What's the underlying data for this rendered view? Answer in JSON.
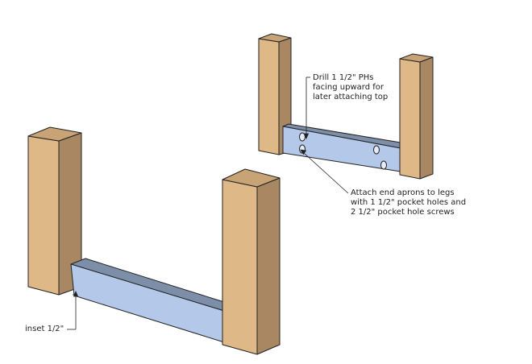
{
  "annotations": {
    "drill": [
      "Drill 1 1/2\" PHs",
      "facing upward for",
      "later attaching top"
    ],
    "attach": [
      "Attach end aprons to legs",
      "with 1 1/2\" pocket holes and",
      "2 1/2\" pocket hole screws"
    ],
    "inset": "inset 1/2\""
  },
  "colors": {
    "leg_front": "#deb887",
    "leg_side": "#a98762",
    "leg_top": "#c8a376",
    "apron_front": "#b4c8ea",
    "apron_top": "#7d8ea8",
    "outline": "#222222"
  }
}
